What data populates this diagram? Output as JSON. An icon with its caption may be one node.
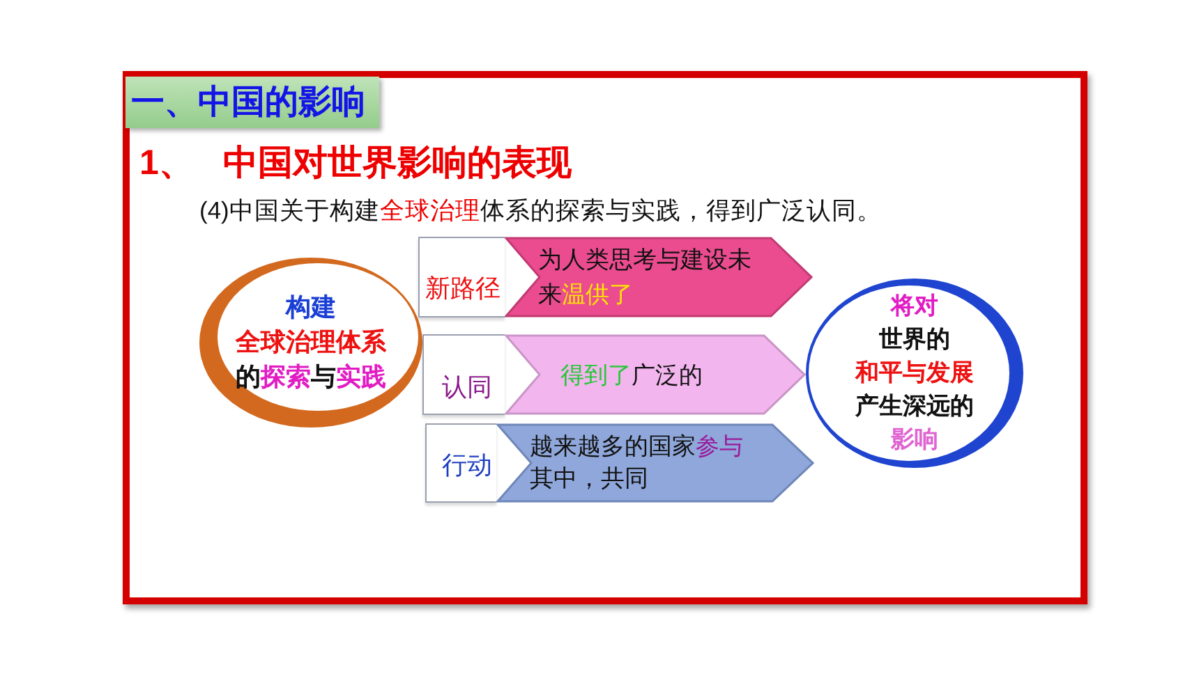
{
  "diagram": {
    "title": "一、中国的影响",
    "nodes": [
      {
        "text": [
          "构建全球治理体系的探索与实践"
        ]
      },
      {
        "text": [
          "新路径"
        ]
      },
      {
        "text": [
          "为人类思考与建设未来温供了"
        ]
      },
      {
        "text": [
          "认同"
        ]
      },
      {
        "text": [
          "得到了广泛的"
        ]
      },
      {
        "text": [
          "行动"
        ]
      },
      {
        "text": [
          "越来越多的国家参与其中，共同"
        ]
      },
      {
        "text": [
          "将对世界的和平与发展产生深远的影响"
        ]
      }
    ],
    "labels": [
      "1、 中国对世界影响的表现",
      "(4)中国关于构建全球治理体系的探索与实践，得到广泛认同。"
    ]
  }
}
